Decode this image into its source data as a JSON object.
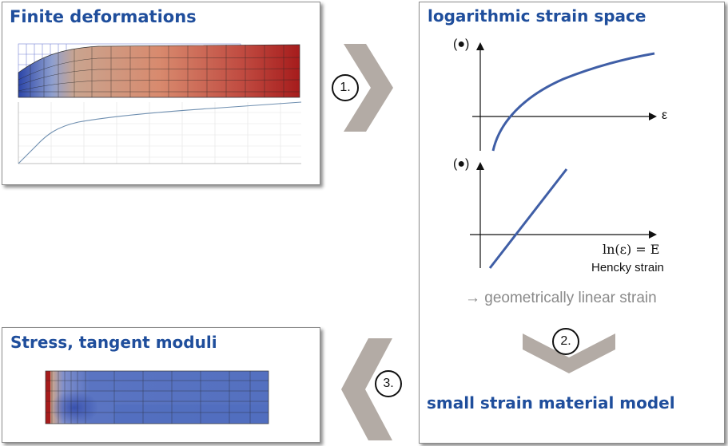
{
  "boxes": {
    "finite": {
      "title": "Finite deformations"
    },
    "log": {
      "title": "logarithmic strain space",
      "plot1_ylabel": "(●)",
      "plot1_xlabel": "ε",
      "plot2_ylabel": "(●)",
      "plot2_xlabel": "ln(ε) = E",
      "plot2_caption": "Hencky strain",
      "note": "→ geometrically linear strain",
      "material_title": "small strain material model"
    },
    "stress": {
      "title": "Stress, tangent moduli"
    }
  },
  "steps": [
    "1.",
    "2.",
    "3."
  ],
  "colors": {
    "title_blue": "#1f4e9c",
    "curve_blue": "#3f5ea6",
    "chevron_gray": "#b3aba5",
    "mesh_red": "#a61c1c",
    "mesh_blue": "#2b45a8"
  }
}
